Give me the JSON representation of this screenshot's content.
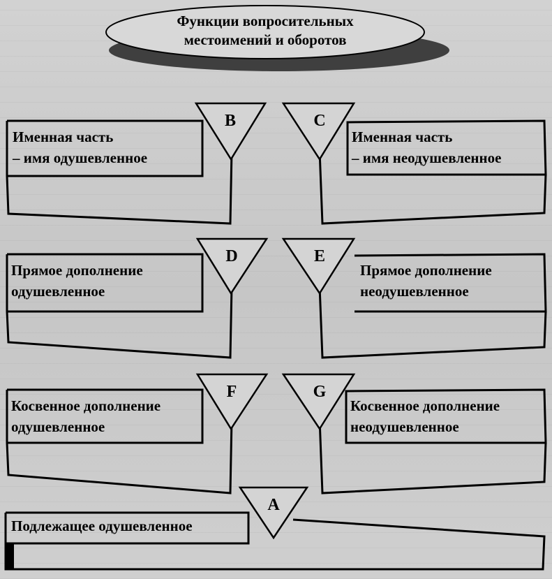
{
  "title": "Функции вопросительных\nместоимений и оборотов",
  "nodes": [
    {
      "letter": "B",
      "label": "Именная часть\n–  имя одушевленное"
    },
    {
      "letter": "C",
      "label": "Именная часть\n–  имя неодушевленное"
    },
    {
      "letter": "D",
      "label": "Прямое дополнение\nодушевленное"
    },
    {
      "letter": "E",
      "label": "Прямое дополнение\nнеодушевленное"
    },
    {
      "letter": "F",
      "label": "Косвенное дополнение\nодушевленное"
    },
    {
      "letter": "G",
      "label": "Косвенное дополнение\nнеодушевленное"
    },
    {
      "letter": "A",
      "label": "Подлежащее одушевленное"
    }
  ]
}
